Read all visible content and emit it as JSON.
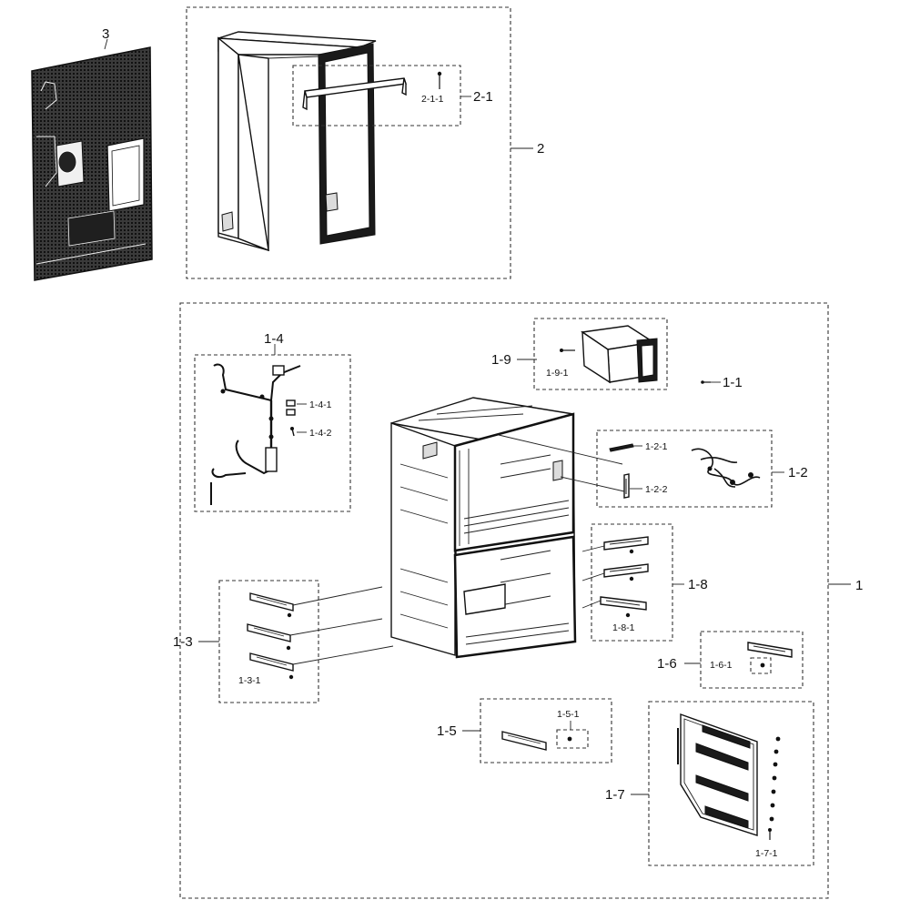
{
  "labels": {
    "l3": "3",
    "l2": "2",
    "l2_1": "2-1",
    "l2_1_1": "2-1-1",
    "l1": "1",
    "l1_1": "1-1",
    "l1_2": "1-2",
    "l1_2_1": "1-2-1",
    "l1_2_2": "1-2-2",
    "l1_3": "1-3",
    "l1_3_1": "1-3-1",
    "l1_4": "1-4",
    "l1_4_1": "1-4-1",
    "l1_4_2": "1-4-2",
    "l1_5": "1-5",
    "l1_5_1": "1-5-1",
    "l1_6": "1-6",
    "l1_6_1": "1-6-1",
    "l1_7": "1-7",
    "l1_7_1": "1-7-1",
    "l1_8": "1-8",
    "l1_8_1": "1-8-1",
    "l1_9": "1-9",
    "l1_9_1": "1-9-1"
  }
}
